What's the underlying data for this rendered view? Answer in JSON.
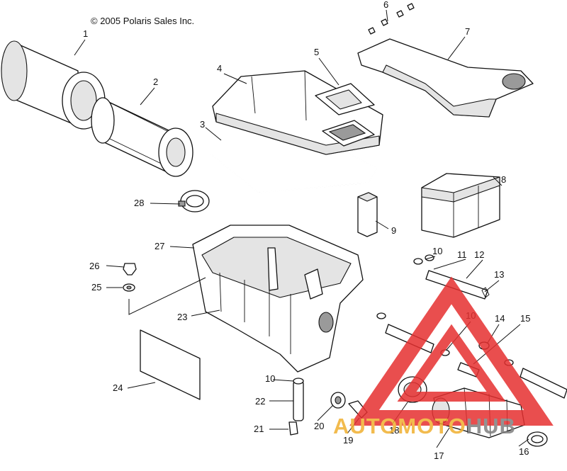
{
  "copyright": "© 2005 Polaris Sales Inc.",
  "watermark": {
    "segments": [
      {
        "text": "AUTOMOTO",
        "color": "#f0b030"
      },
      {
        "text": "HUB",
        "color": "#808080"
      }
    ],
    "triangle_color": "#e63030"
  },
  "callouts": [
    "1",
    "2",
    "3",
    "4",
    "5",
    "6",
    "7",
    "8",
    "9",
    "10",
    "10",
    "10",
    "11",
    "12",
    "13",
    "14",
    "15",
    "16",
    "17",
    "18",
    "19",
    "20",
    "21",
    "22",
    "23",
    "24",
    "25",
    "26",
    "27",
    "28"
  ]
}
